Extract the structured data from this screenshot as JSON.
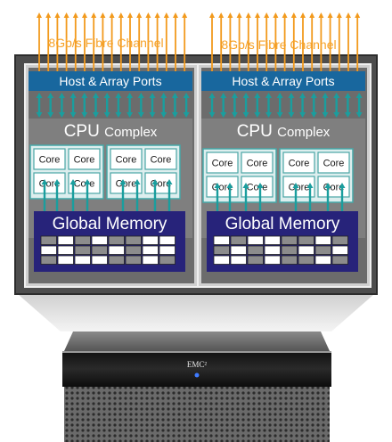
{
  "labels": {
    "fibre_channel": "8Gb/s Fibre Channel",
    "ports": "Host & Array Ports",
    "cpu_big": "CPU",
    "cpu_small": "Complex",
    "core": "Core",
    "memory": "Global Memory"
  },
  "logo": "EMC²",
  "engines": [
    {
      "id": "left"
    },
    {
      "id": "right"
    }
  ],
  "colors": {
    "orange_arrows": "#f29a1d",
    "ports_blue": "#18679e",
    "teal_arrows": "#1a9e9e",
    "memory_navy": "#27237a",
    "cpu_gray": "#7f7f7f",
    "panel_gray": "#cfcfcf",
    "outer_dark": "#4d4d4d"
  }
}
